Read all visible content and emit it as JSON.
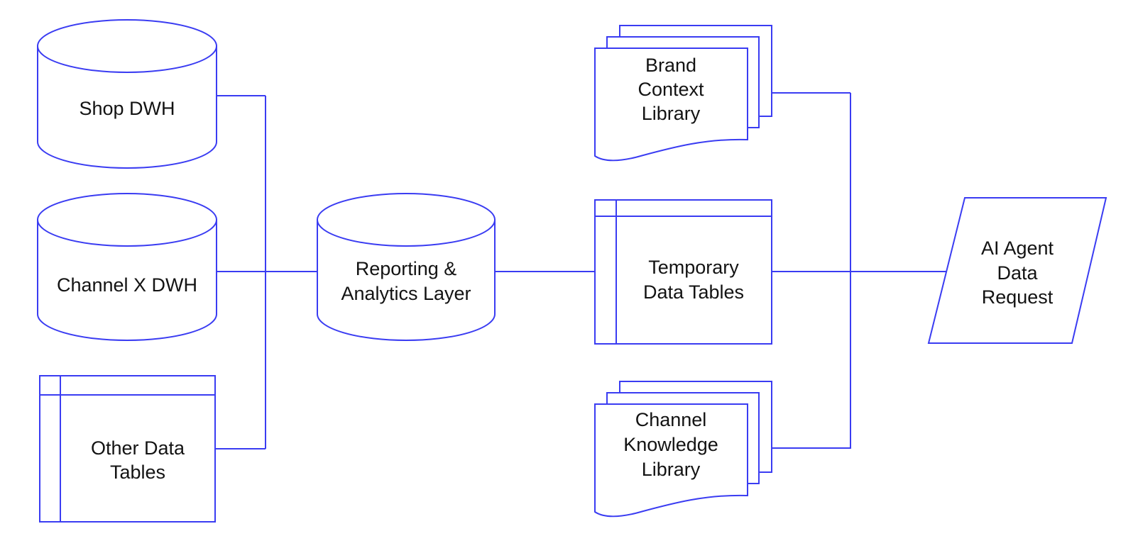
{
  "diagram": {
    "description": "Data architecture flow diagram",
    "colors": {
      "line": "#3a3cf2",
      "text": "#131313",
      "fill": "#ffffff",
      "background": "#ffffff"
    },
    "nodes": {
      "shop_dwh": {
        "type": "database-cylinder",
        "lines": [
          "Shop DWH"
        ]
      },
      "channel_x_dwh": {
        "type": "database-cylinder",
        "lines": [
          "Channel X DWH"
        ]
      },
      "other_data_tables": {
        "type": "data-table",
        "lines": [
          "Other Data",
          "Tables"
        ]
      },
      "reporting_analytics": {
        "type": "database-cylinder",
        "lines": [
          "Reporting &",
          "Analytics Layer"
        ]
      },
      "brand_context_library": {
        "type": "document-stack",
        "lines": [
          "Brand",
          "Context",
          "Library"
        ]
      },
      "temporary_data_tables": {
        "type": "data-table",
        "lines": [
          "Temporary",
          "Data Tables"
        ]
      },
      "channel_knowledge_library": {
        "type": "document-stack",
        "lines": [
          "Channel",
          "Knowledge",
          "Library"
        ]
      },
      "ai_agent_data_request": {
        "type": "parallelogram",
        "lines": [
          "AI Agent",
          "Data",
          "Request"
        ]
      }
    },
    "edges": [
      {
        "from": "shop_dwh",
        "to": "reporting_analytics"
      },
      {
        "from": "channel_x_dwh",
        "to": "reporting_analytics"
      },
      {
        "from": "other_data_tables",
        "to": "reporting_analytics"
      },
      {
        "from": "reporting_analytics",
        "to": "temporary_data_tables"
      },
      {
        "from": "brand_context_library",
        "to": "ai_agent_data_request"
      },
      {
        "from": "temporary_data_tables",
        "to": "ai_agent_data_request"
      },
      {
        "from": "channel_knowledge_library",
        "to": "ai_agent_data_request"
      }
    ]
  }
}
